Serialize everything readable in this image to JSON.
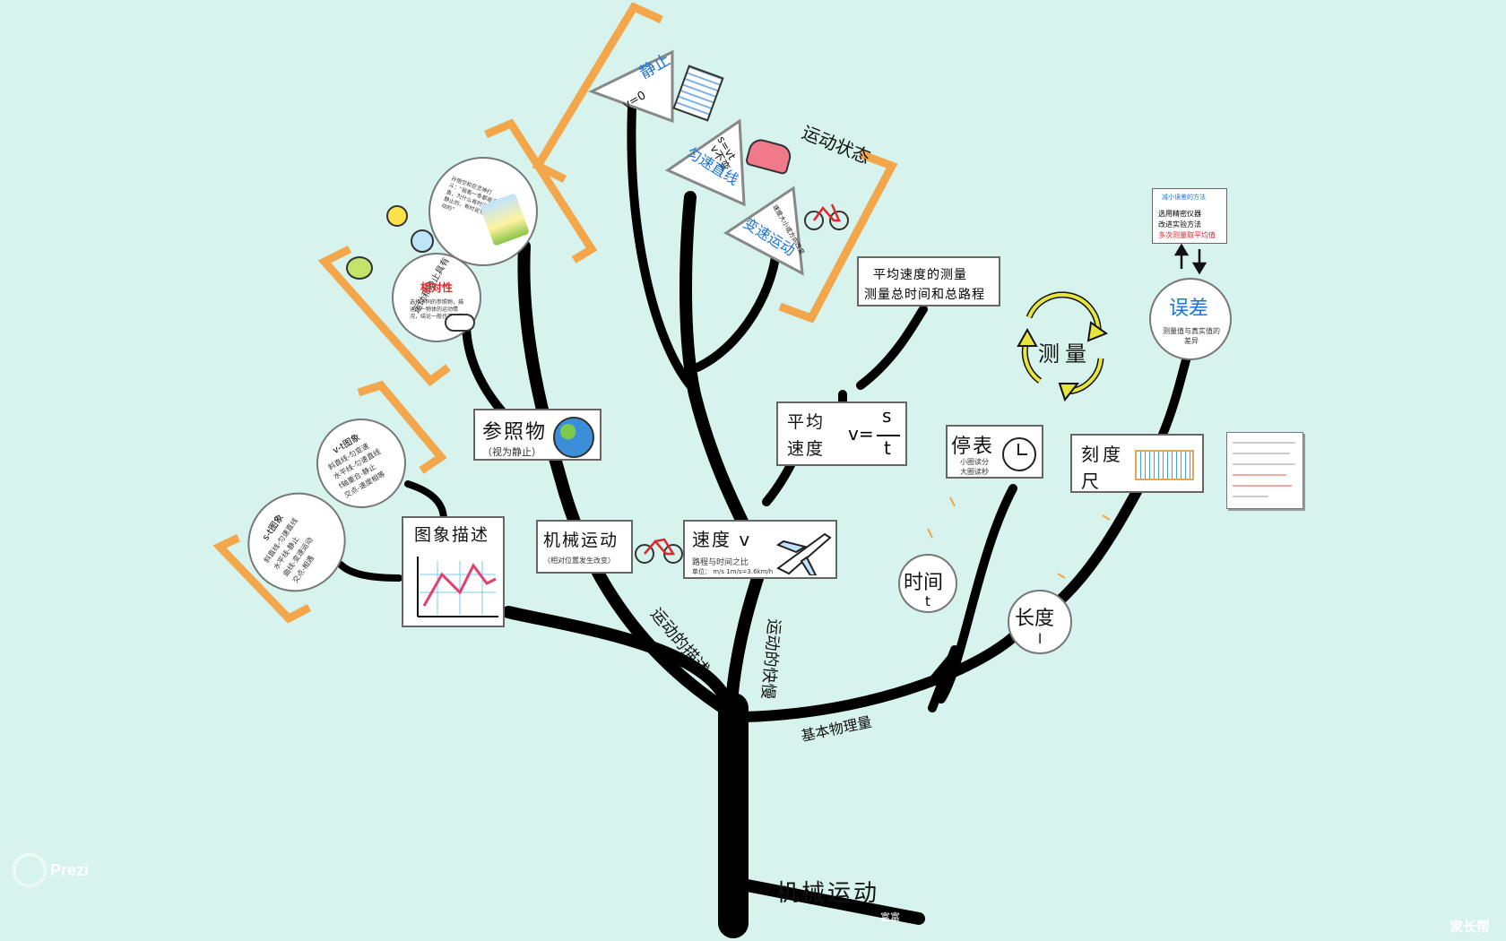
{
  "colors": {
    "background": "#d6f3ee",
    "branch": "#000000",
    "bracket": "#f4a64a",
    "accent_blue": "#1a73d9",
    "accent_red": "#e0262b",
    "arrow_yellow": "#e8e63a"
  },
  "root": {
    "title": "机械运动",
    "author": "富富"
  },
  "branches": {
    "describe": "运动的描述",
    "speed": "运动的快慢",
    "basic": "基本物理量"
  },
  "reference": {
    "title": "参照物",
    "sub": "（视为静止）",
    "relativity": "运动和静止具有",
    "relativity_key": "相对性",
    "note": "选择不同的参照物，描述同一物体的运动情况，结论一般也不一样"
  },
  "poem_circle": {
    "text": "孙悟空和巨灵神打斗：“我看一条都是活鱼，为什么有时说它是静止的，有时说它是运动的”"
  },
  "motion_state": {
    "title": "运动状态",
    "still": {
      "title": "静止",
      "formula": "v=0"
    },
    "uniform": {
      "formula": "s=vt",
      "note": "v不变",
      "title": "匀速直线"
    },
    "variable": {
      "title": "变速运动",
      "note": "速度大小或方向改变"
    }
  },
  "mechanical": {
    "title": "机械运动",
    "sub": "（相对位置发生改变）"
  },
  "graph": {
    "title": "图象描述"
  },
  "vt_circle": {
    "title": "v-t图象",
    "lines": [
      "斜直线-匀变速",
      "水平线-匀速直线",
      "t轴重合-静止",
      "交点-速度相等"
    ]
  },
  "st_circle": {
    "title": "s-t图象",
    "lines": [
      "斜直线-匀速直线",
      "水平线-静止",
      "曲线-变速运动",
      "交点-相遇"
    ]
  },
  "speed": {
    "title": "速度 v",
    "sub": "路程与时间之比",
    "unit": "单位： m/s   1m/s=3.6km/h"
  },
  "avg_speed": {
    "line1": "平均",
    "line2": "速度",
    "formula_left": "v=",
    "num": "s",
    "den": "t"
  },
  "avg_measure": {
    "line1": "平均速度的测量",
    "line2": "测量总时间和总路程"
  },
  "stopwatch": {
    "title": "停表",
    "note1": "小圈读分",
    "note2": "大圈读秒"
  },
  "time": {
    "title": "时间",
    "symbol": "t"
  },
  "length": {
    "title": "长度",
    "symbol": "l"
  },
  "ruler": {
    "title": "刻度尺"
  },
  "measure": {
    "title": "测量"
  },
  "error": {
    "title": "误差",
    "sub": "测量值与真实值的差异"
  },
  "reduce_error": {
    "title": "减小误差的方法",
    "lines": [
      "选用精密仪器",
      "改进实验方法",
      "多次测量取平均值"
    ]
  },
  "logo": {
    "text": "Prezi"
  },
  "watermark": {
    "text": "家长帮"
  }
}
